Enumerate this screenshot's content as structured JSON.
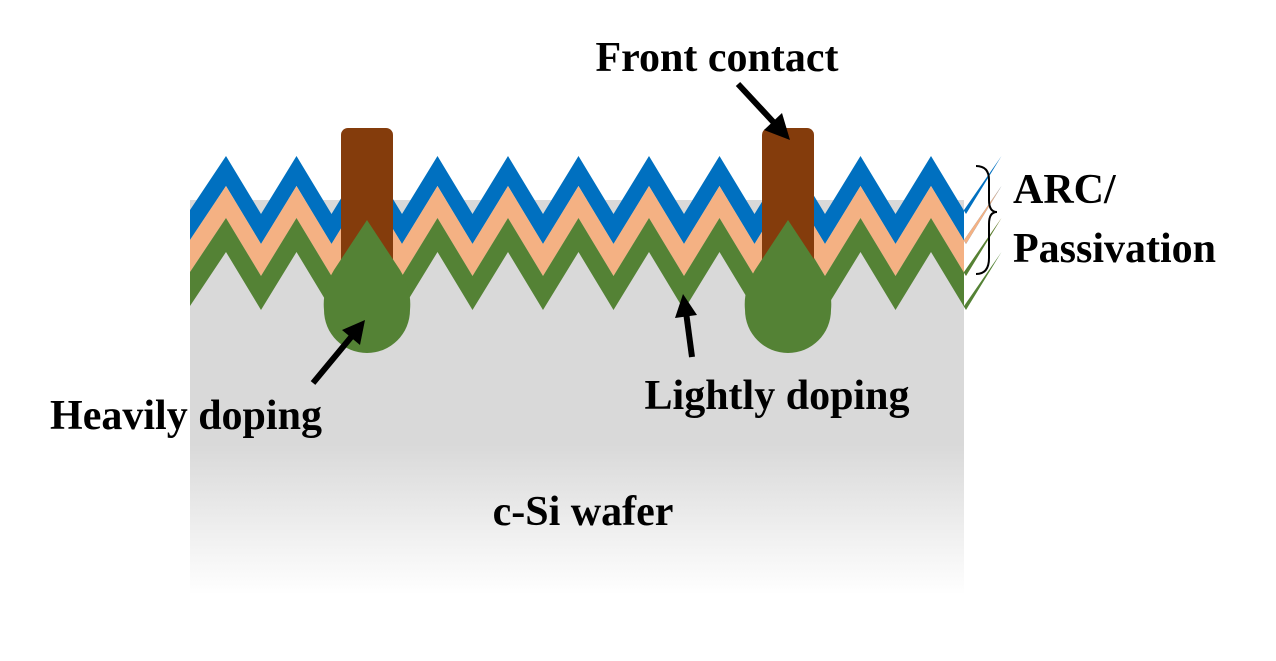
{
  "labels": {
    "front_contact": "Front contact",
    "arc_line1": "ARC/",
    "arc_line2": "Passivation",
    "heavily_doping": "Heavily doping",
    "lightly_doping": "Lightly doping",
    "wafer": "c-Si wafer"
  },
  "colors": {
    "arc_blue": "#0070c0",
    "passivation_orange": "#f4b183",
    "doping_green": "#548235",
    "contact_brown": "#843c0c",
    "wafer_gray": "#d9d9d9"
  }
}
